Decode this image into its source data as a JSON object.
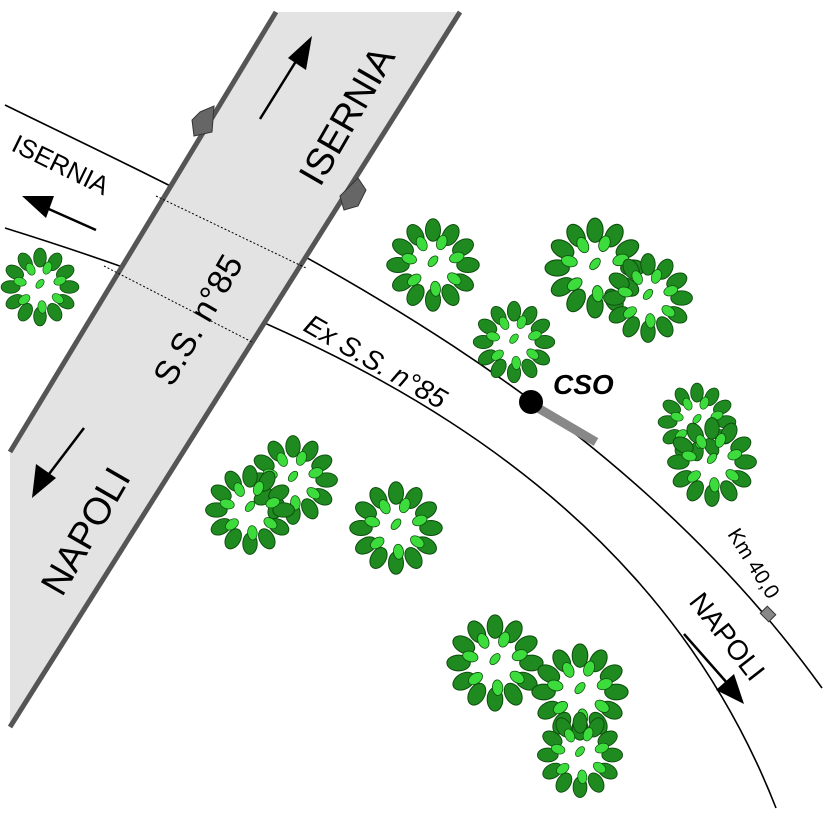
{
  "roads": {
    "new_road": {
      "name": "S.S. n°85",
      "direction_north": "ISERNIA",
      "direction_south": "NAPOLI",
      "fill_color": "#e3e3e3",
      "edge_color": "#555555"
    },
    "old_road": {
      "name": "Ex S.S. n°85",
      "direction_west": "ISERNIA",
      "direction_east": "NAPOLI",
      "kilometer_marker": "Km 40,0"
    }
  },
  "station": {
    "label": "CSO"
  },
  "vegetation": {
    "tree_icon": "tree-cluster-icon",
    "leaf_color_dark": "#1f7a1f",
    "leaf_color_light": "#3ddc3d"
  }
}
